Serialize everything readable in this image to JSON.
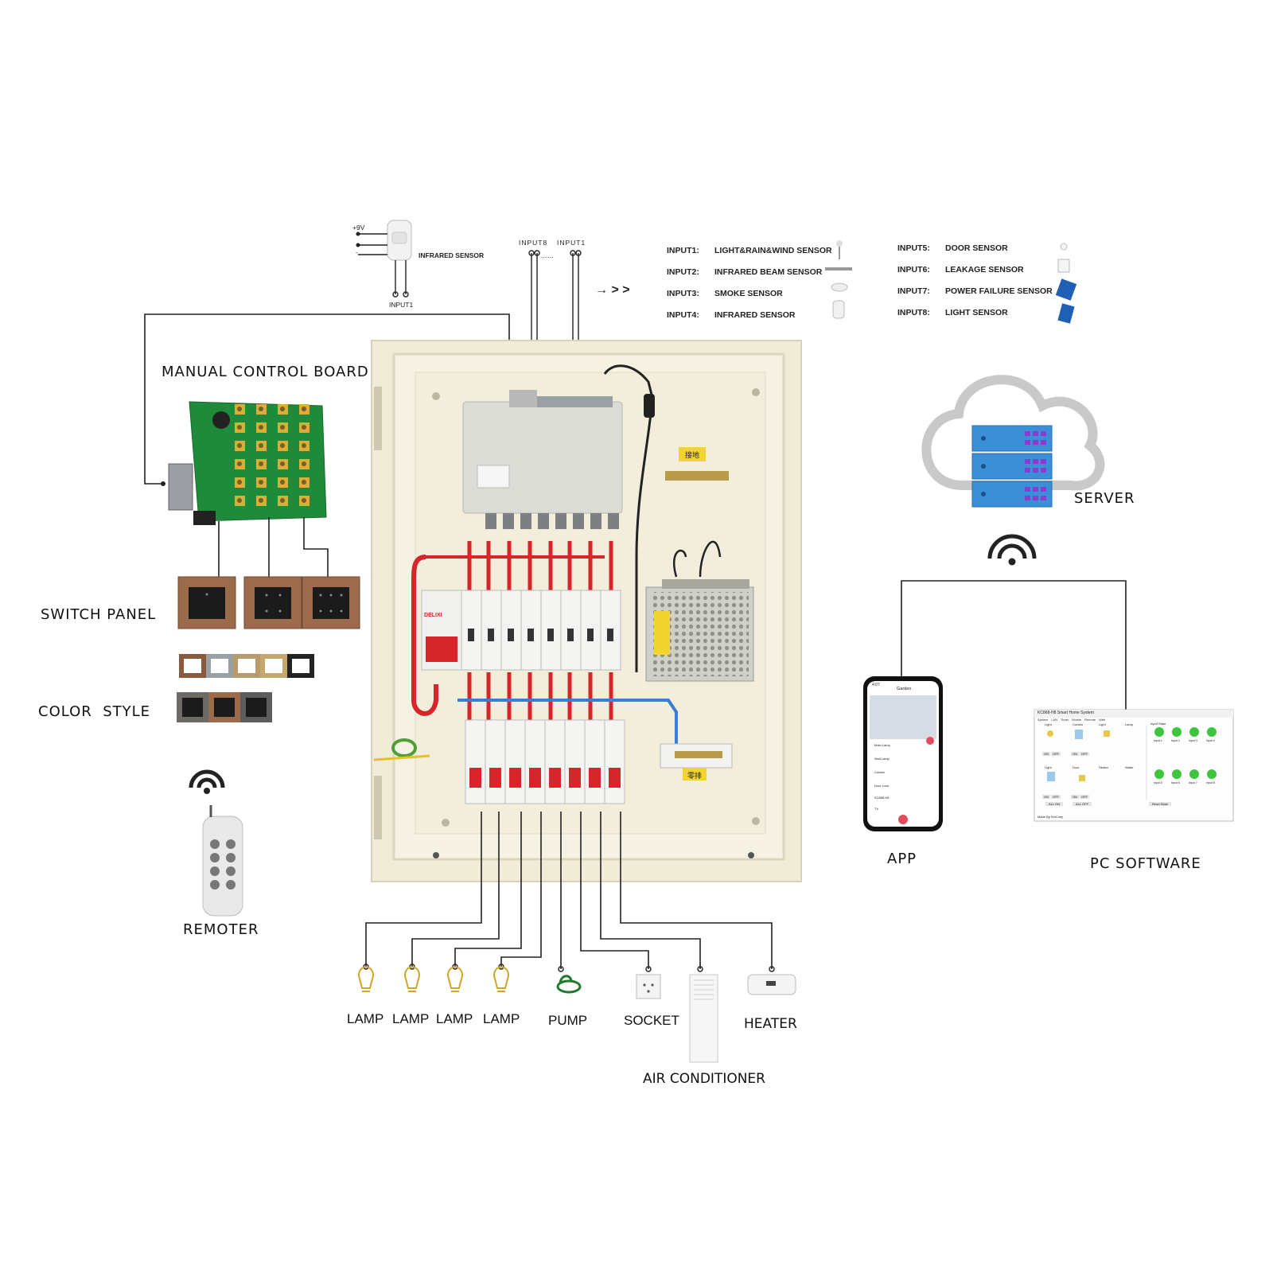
{
  "infrared_top": {
    "voltage": "+9V",
    "minus": "-",
    "name": "INFRARED SENSOR",
    "input": "INPUT1"
  },
  "terminals": {
    "left": "INPUT8",
    "dots": ".......",
    "right": "INPUT1"
  },
  "arrows": "→ > >",
  "inputs_left": [
    {
      "code": "INPUT1:",
      "name": "LIGHT&RAIN&WIND SENSOR",
      "icon": "wind-sensor-icon"
    },
    {
      "code": "INPUT2:",
      "name": "INFRARED BEAM SENSOR",
      "icon": "beam-sensor-icon"
    },
    {
      "code": "INPUT3:",
      "name": "SMOKE SENSOR",
      "icon": "smoke-sensor-icon"
    },
    {
      "code": "INPUT4:",
      "name": "INFRARED SENSOR",
      "icon": "infrared-sensor-icon"
    }
  ],
  "inputs_right": [
    {
      "code": "INPUT5:",
      "name": "DOOR SENSOR",
      "icon": "door-sensor-icon"
    },
    {
      "code": "INPUT6:",
      "name": "LEAKAGE SENSOR",
      "icon": "leakage-sensor-icon"
    },
    {
      "code": "INPUT7:",
      "name": "POWER FAILURE SENSOR",
      "icon": "power-failure-sensor-icon"
    },
    {
      "code": "INPUT8:",
      "name": "LIGHT SENSOR",
      "icon": "light-sensor-icon"
    }
  ],
  "labels": {
    "manual_control_board": "MANUAL CONTROL BOARD",
    "switch_panel": "SWITCH PANEL",
    "color_style": "COLOR  STYLE",
    "remoter": "REMOTER",
    "server": "SERVER",
    "app": "APP",
    "pc_software": "PC SOFTWARE"
  },
  "cabinet": {
    "brand": "DELIXI",
    "ground_tag": "接地",
    "neutral_tag": "零排"
  },
  "loads": [
    "LAMP",
    "LAMP",
    "LAMP",
    "LAMP",
    "PUMP",
    "SOCKET",
    "AIR CONDITIONER",
    "HEATER"
  ],
  "pc_window": {
    "title": "KC868-H8 Smart Home System",
    "menu": [
      "System",
      "LAN",
      "Timer",
      "Mobile",
      "Remote",
      "Web"
    ],
    "device_labels": [
      "Light",
      "Curtain",
      "Light",
      "Lamp",
      "Light",
      "Door",
      "Heater",
      "Water"
    ],
    "input_state_title": "Input State",
    "inputs": [
      "Input 1",
      "Input 2",
      "Input 3",
      "Input 4",
      "Input 5",
      "Input 6",
      "Input 7",
      "Input 8"
    ],
    "btn_on": "ON",
    "btn_off": "OFF",
    "all_on": "ALL ON",
    "all_off": "ALL OFF",
    "read_state": "Read State",
    "footer": "Made By KinCony"
  },
  "phone": {
    "time": "4:07",
    "screen_title": "Garden",
    "rows": [
      "Main Lamp",
      "Wall Lamp",
      "Curtain",
      "Door Lock",
      "KC868 H8",
      "TV"
    ]
  },
  "colors": {
    "red_breaker": "#d7262b",
    "cabinet": "#f3efde",
    "pcb_green": "#1f8a3a",
    "server_blue": "#3a8fd6",
    "led_green": "#3ec43e"
  }
}
